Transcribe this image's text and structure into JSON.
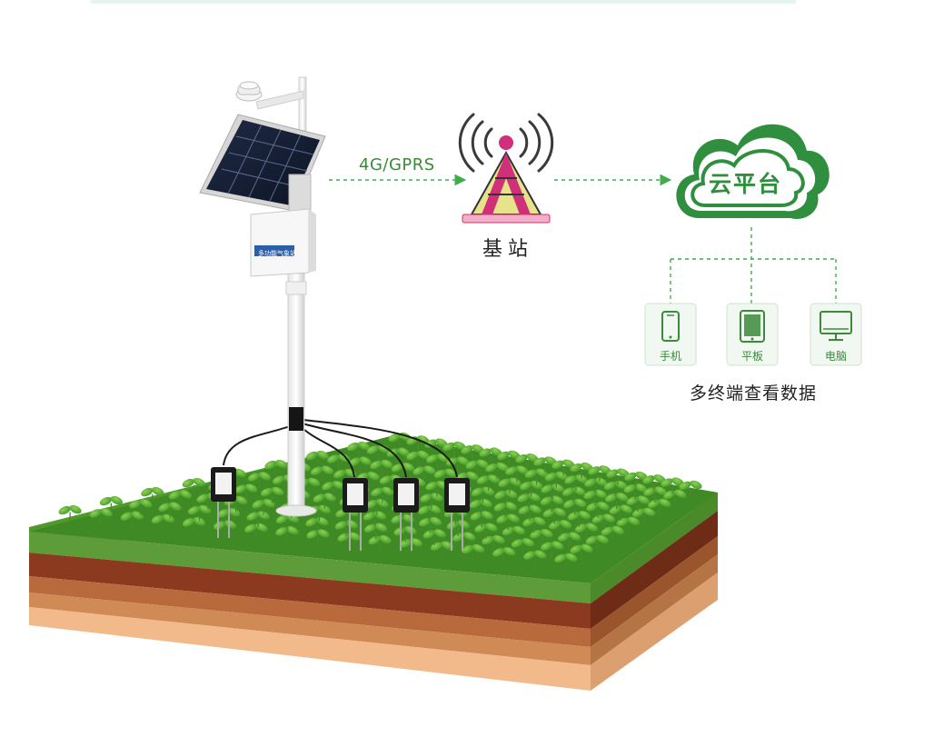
{
  "diagram": {
    "link_label": "4G/GPRS",
    "tower_label": "基站",
    "cloud_label": "云平台",
    "devices": [
      {
        "label": "手机",
        "icon": "phone-icon"
      },
      {
        "label": "平板",
        "icon": "tablet-icon"
      },
      {
        "label": "电脑",
        "icon": "monitor-icon"
      }
    ],
    "devices_caption": "多终端查看数据",
    "station_box_label": "多功能气象站"
  },
  "colors": {
    "accent_green": "#2f8f3e",
    "arrow_green": "#3fae4a",
    "tower_magenta": "#d0307a",
    "tower_yellow": "#e7e38a"
  }
}
